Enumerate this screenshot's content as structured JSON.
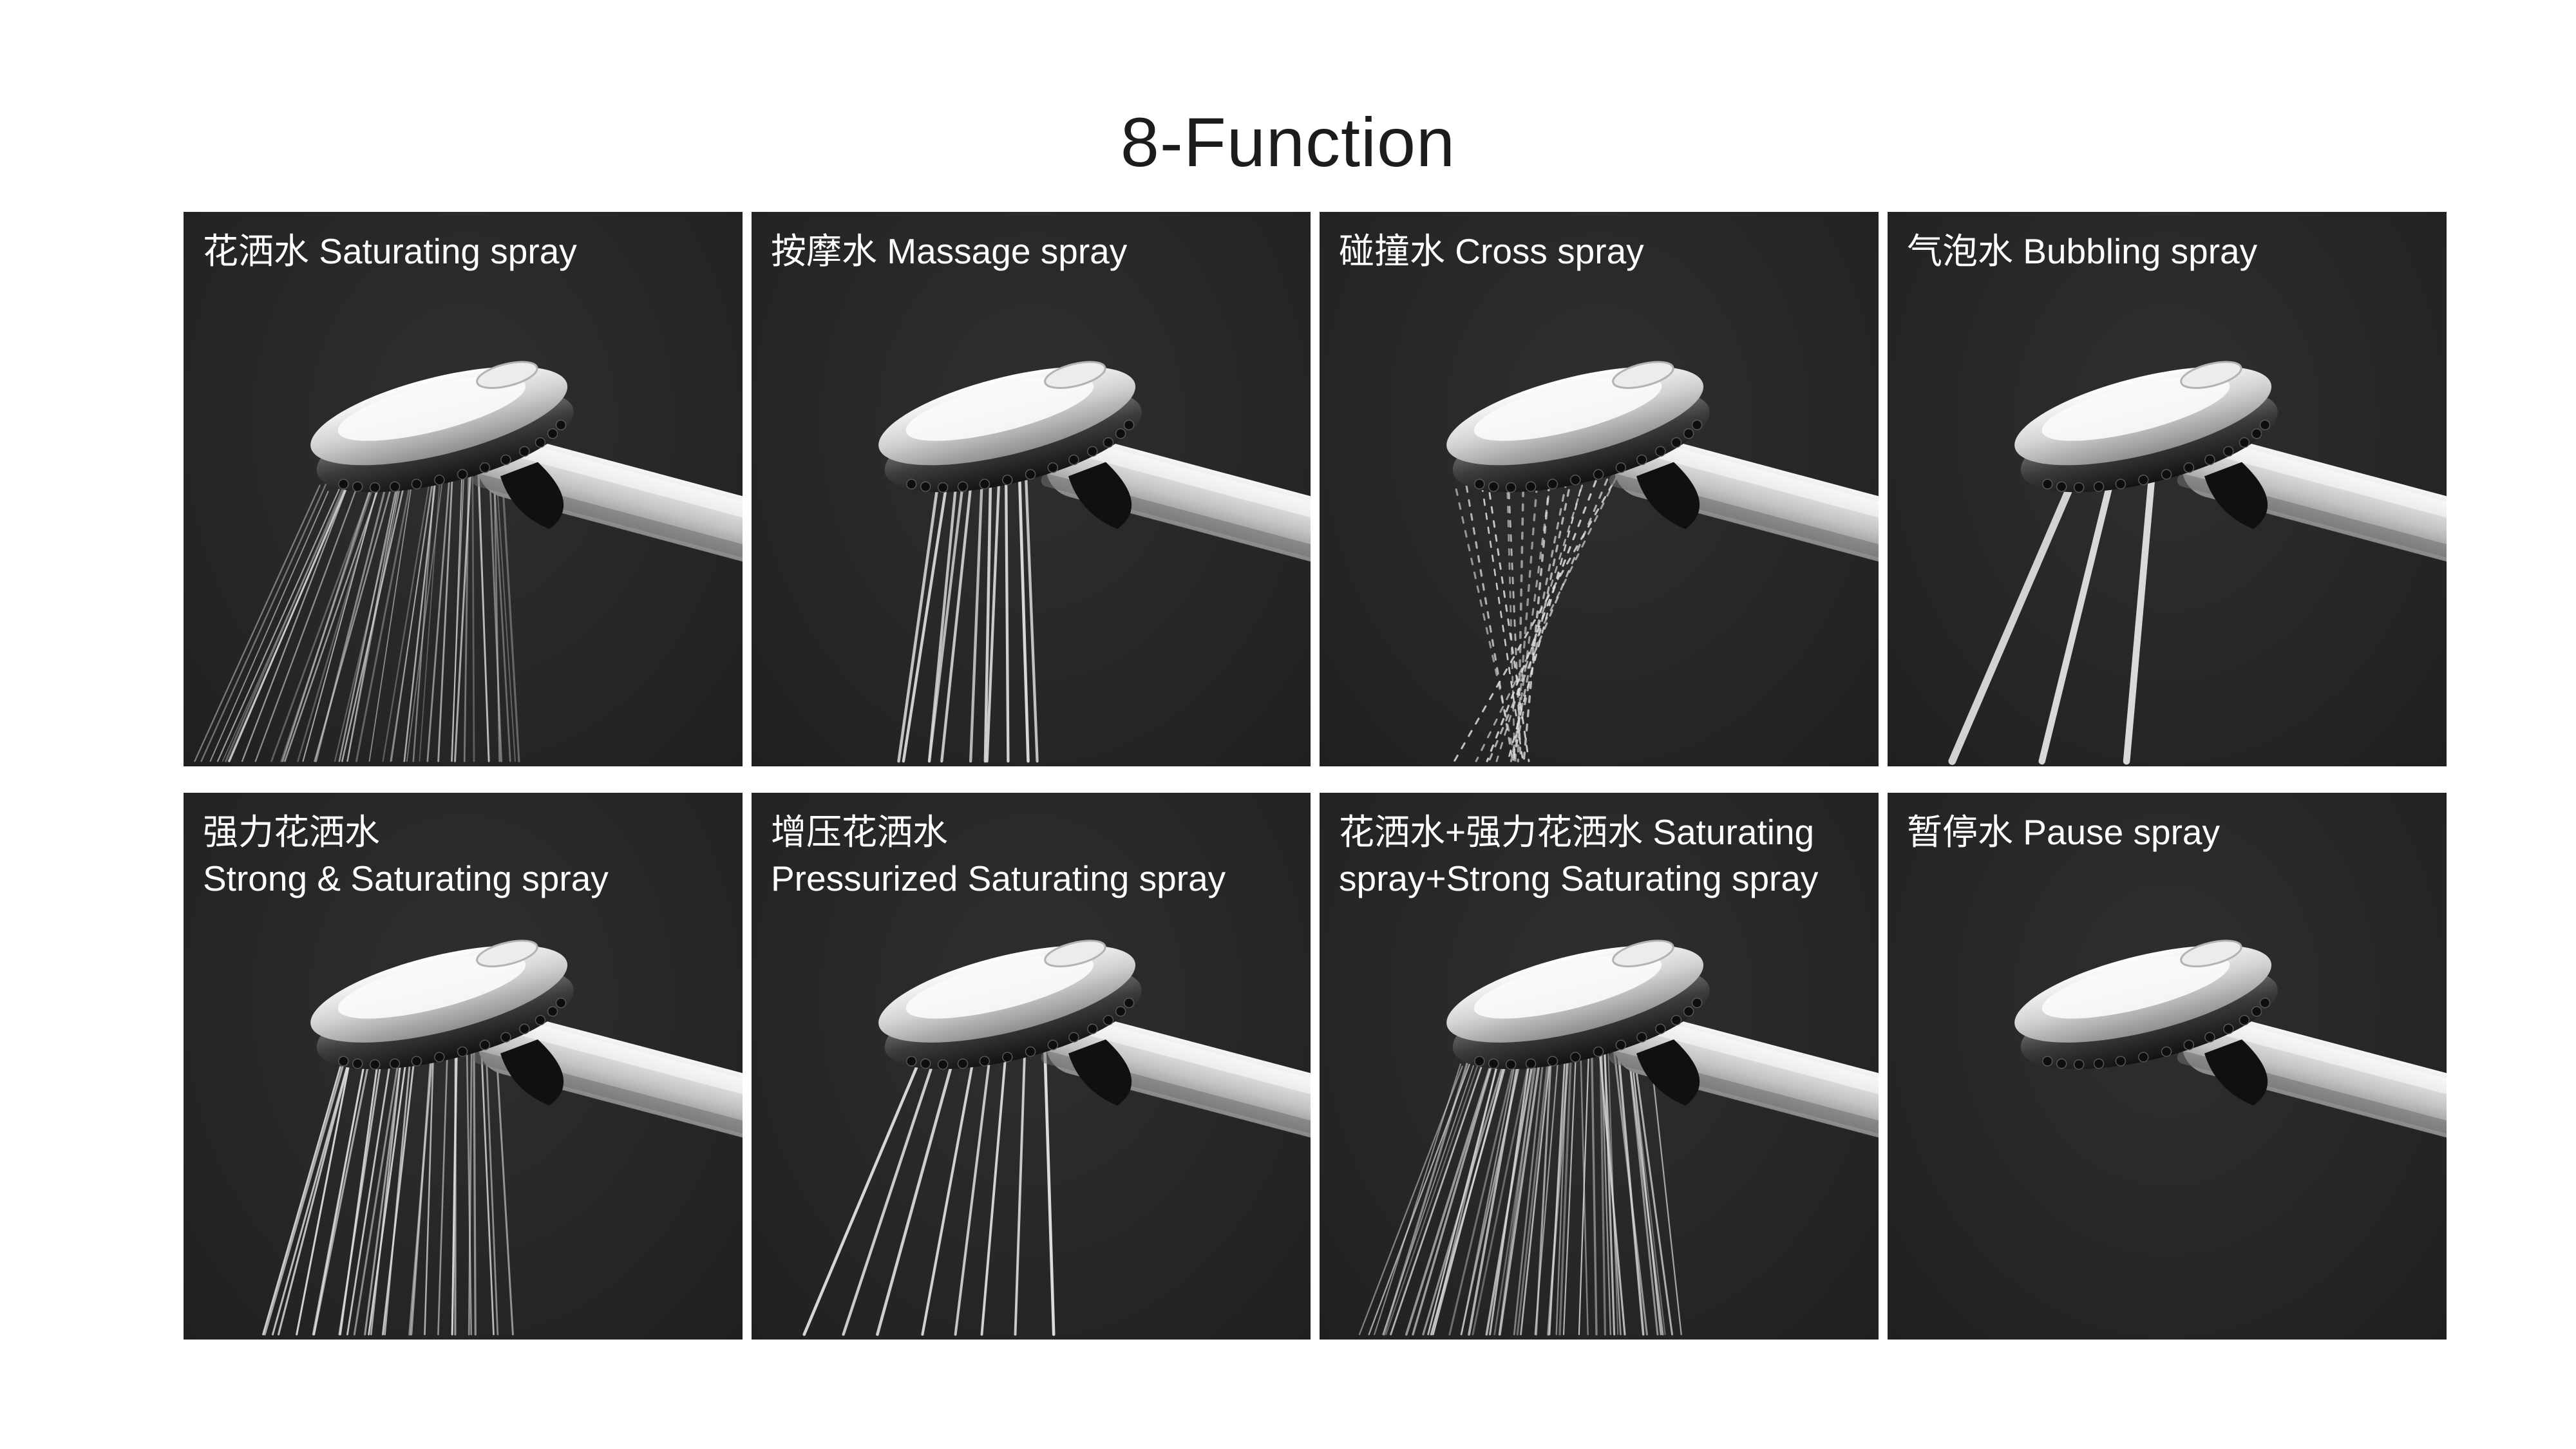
{
  "title": "8-Function",
  "panels": [
    {
      "label": "花洒水 Saturating spray",
      "spray": "saturating"
    },
    {
      "label": "按摩水 Massage spray",
      "spray": "massage"
    },
    {
      "label": "碰撞水 Cross spray",
      "spray": "cross"
    },
    {
      "label": "气泡水 Bubbling spray",
      "spray": "bubbling"
    },
    {
      "label": "强力花洒水\nStrong & Saturating spray",
      "spray": "strong"
    },
    {
      "label": "增压花洒水\nPressurized Saturating spray",
      "spray": "pressurized"
    },
    {
      "label": "花洒水+强力花洒水 Saturating spray+Strong Saturating spray",
      "spray": "combo"
    },
    {
      "label": "暂停水 Pause spray",
      "spray": "pause"
    }
  ],
  "colors": {
    "page_bg": "#ffffff",
    "panel_bg": "#262626",
    "label_text": "#ffffff",
    "title_text": "#1c1c1c",
    "water": "#dcdcdc",
    "chrome_light": "#f6f6f6",
    "chrome_dark": "#8f8f8f"
  }
}
